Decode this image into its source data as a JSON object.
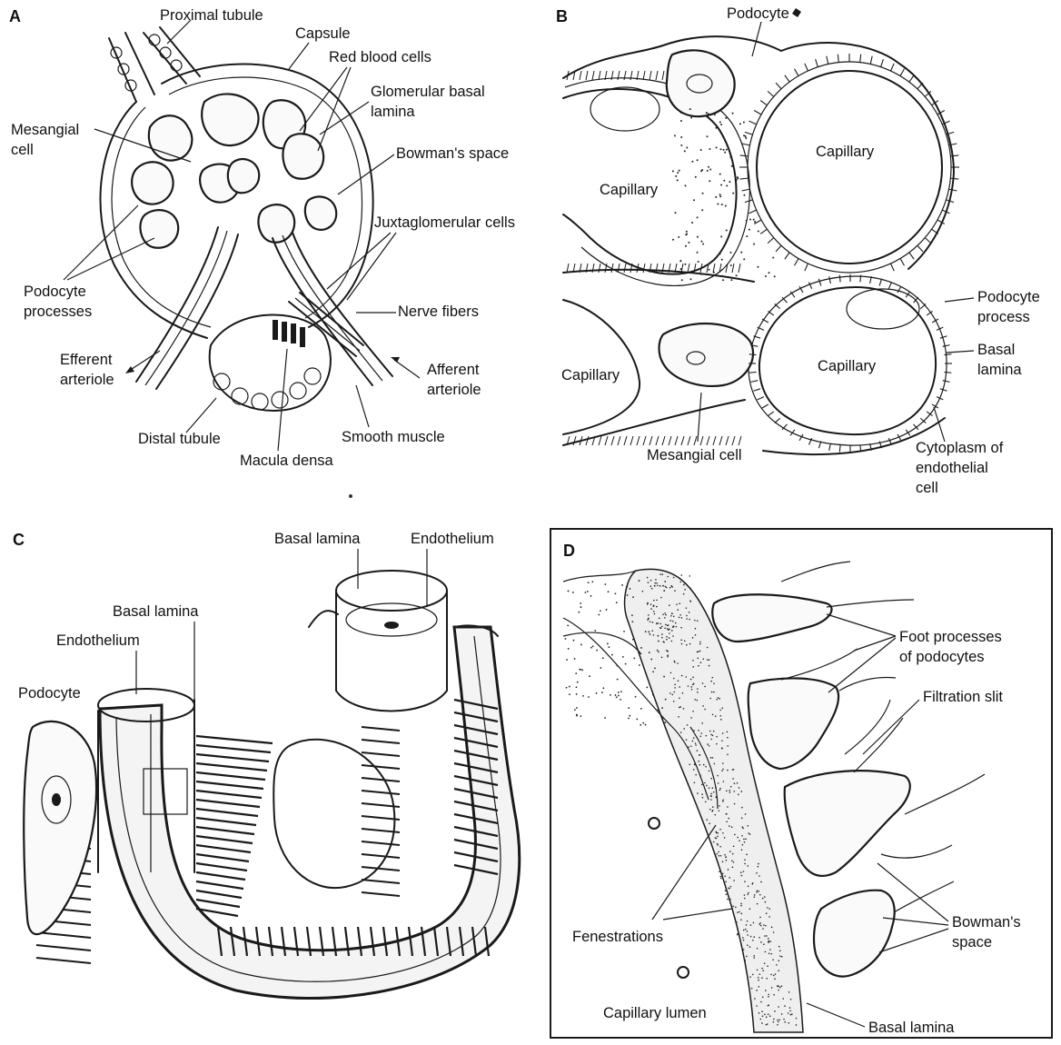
{
  "panels": {
    "A": {
      "letter": "A",
      "labels": {
        "proximal_tubule": "Proximal tubule",
        "capsule": "Capsule",
        "red_blood_cells": "Red blood cells",
        "glomerular_basal_lamina_1": "Glomerular basal",
        "glomerular_basal_lamina_2": "lamina",
        "mesangial_cell_1": "Mesangial",
        "mesangial_cell_2": "cell",
        "bowmans_space": "Bowman's space",
        "juxtaglomerular_cells": "Juxtaglomerular cells",
        "podocyte_processes_1": "Podocyte",
        "podocyte_processes_2": "processes",
        "nerve_fibers": "Nerve fibers",
        "efferent_arteriole_1": "Efferent",
        "efferent_arteriole_2": "arteriole",
        "afferent_arteriole_1": "Afferent",
        "afferent_arteriole_2": "arteriole",
        "distal_tubule": "Distal tubule",
        "smooth_muscle": "Smooth muscle",
        "macula_densa": "Macula densa"
      }
    },
    "B": {
      "letter": "B",
      "labels": {
        "podocyte": "Podocyte",
        "capillary_tl": "Capillary",
        "capillary_tr": "Capillary",
        "capillary_l": "Capillary",
        "capillary_br": "Capillary",
        "podocyte_process_1": "Podocyte",
        "podocyte_process_2": "process",
        "basal_lamina_1": "Basal",
        "basal_lamina_2": "lamina",
        "mesangial_cell": "Mesangial cell",
        "cytoplasm_1": "Cytoplasm of",
        "cytoplasm_2": "endothelial",
        "cytoplasm_3": "cell"
      }
    },
    "C": {
      "letter": "C",
      "labels": {
        "basal_lamina_top": "Basal lamina",
        "endothelium_top": "Endothelium",
        "basal_lamina_left": "Basal lamina",
        "endothelium_left": "Endothelium",
        "podocyte": "Podocyte"
      }
    },
    "D": {
      "letter": "D",
      "labels": {
        "foot_processes_1": "Foot processes",
        "foot_processes_2": "of podocytes",
        "filtration_slit": "Filtration slit",
        "fenestrations": "Fenestrations",
        "bowmans_space_1": "Bowman's",
        "bowmans_space_2": "space",
        "capillary_lumen": "Capillary lumen",
        "basal_lamina": "Basal lamina"
      }
    }
  }
}
